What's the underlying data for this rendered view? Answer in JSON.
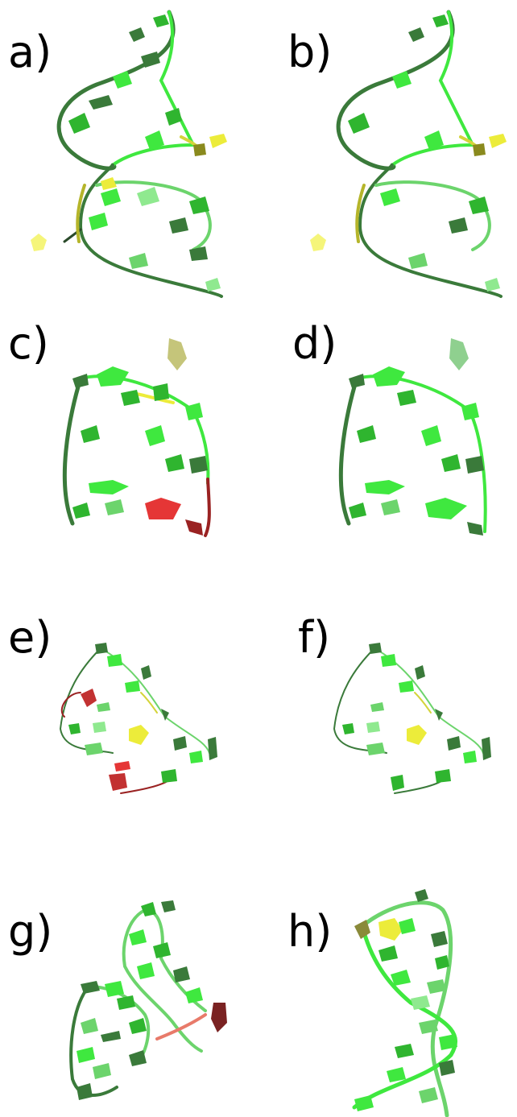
{
  "figure": {
    "panels": [
      {
        "id": "a",
        "label": "a)"
      },
      {
        "id": "b",
        "label": "b)"
      },
      {
        "id": "c",
        "label": "c)"
      },
      {
        "id": "d",
        "label": "d)"
      },
      {
        "id": "e",
        "label": "e)"
      },
      {
        "id": "f",
        "label": "f)"
      },
      {
        "id": "g",
        "label": "g)"
      },
      {
        "id": "h",
        "label": "h)"
      }
    ]
  },
  "colors": {
    "green_bright": "#3fe83f",
    "green_mid": "#2fb52f",
    "green_dark": "#3a7a3a",
    "green_light": "#8fe98f",
    "yellow": "#ecec3a",
    "olive": "#8a8a1e",
    "red": "#e53636",
    "red_dark": "#9a2222",
    "salmon": "#e87a6a"
  }
}
